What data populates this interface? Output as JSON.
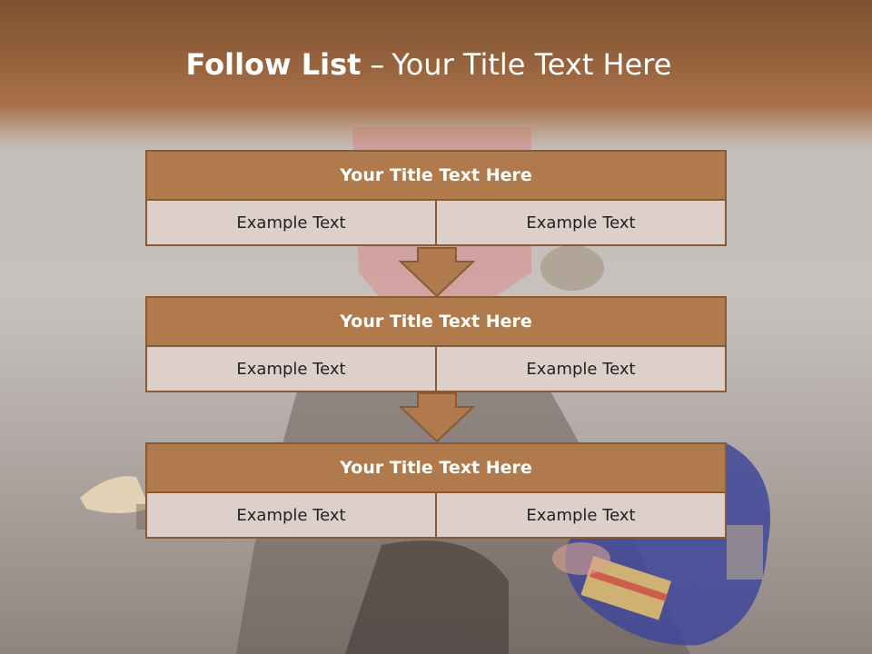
{
  "slide": {
    "title_bold": "Follow List",
    "title_separator": "–",
    "title_rest": "Your Title Text Here"
  },
  "blocks": [
    {
      "title": "Your Title Text Here",
      "left": "Example Text",
      "right": "Example Text"
    },
    {
      "title": "Your Title Text Here",
      "left": "Example Text",
      "right": "Example Text"
    },
    {
      "title": "Your Title Text Here",
      "left": "Example Text",
      "right": "Example Text"
    }
  ],
  "colors": {
    "header_fill": "#b07a4c",
    "border": "#8a5a35",
    "cell_fill": "#ddd0ca",
    "arrow_fill": "#b07a4c"
  }
}
